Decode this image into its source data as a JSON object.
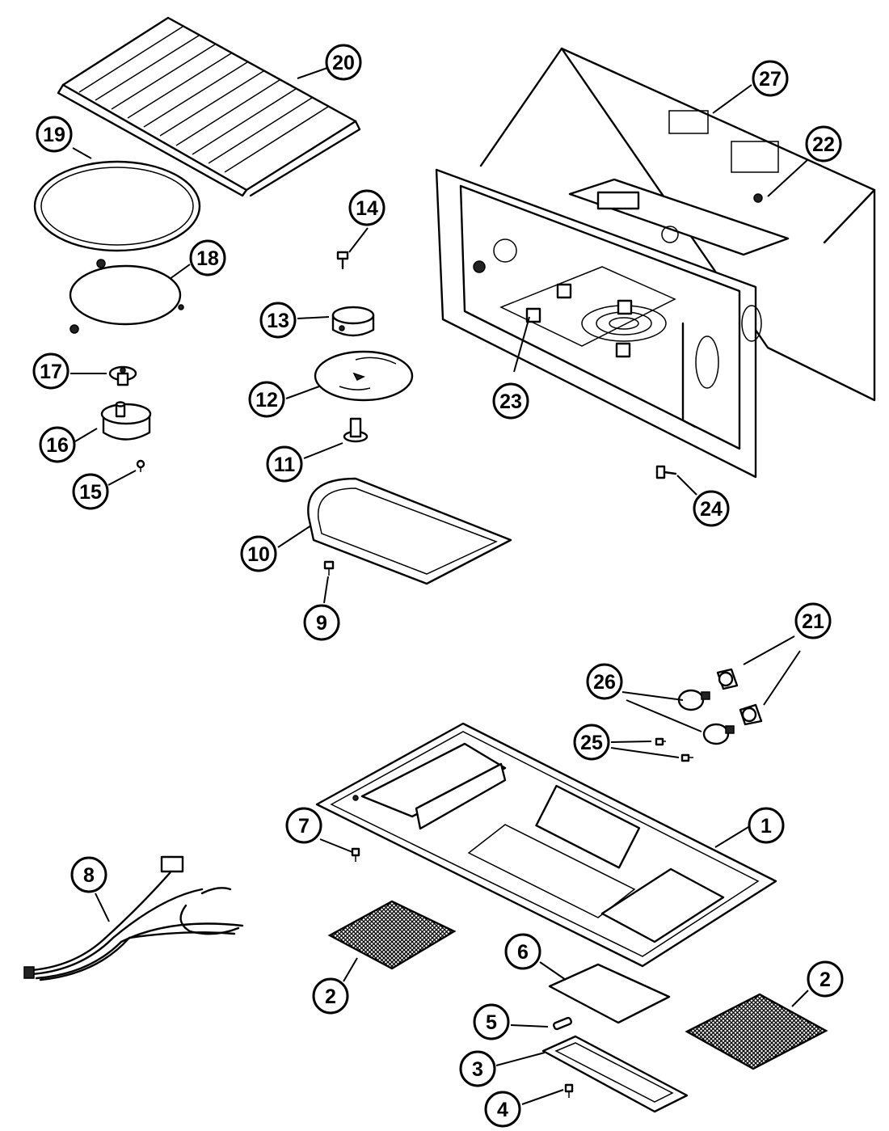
{
  "callouts": [
    {
      "id": "20",
      "label": "20"
    },
    {
      "id": "19",
      "label": "19"
    },
    {
      "id": "27",
      "label": "27"
    },
    {
      "id": "22",
      "label": "22"
    },
    {
      "id": "14",
      "label": "14"
    },
    {
      "id": "18",
      "label": "18"
    },
    {
      "id": "13",
      "label": "13"
    },
    {
      "id": "17",
      "label": "17"
    },
    {
      "id": "12",
      "label": "12"
    },
    {
      "id": "23",
      "label": "23"
    },
    {
      "id": "16",
      "label": "16"
    },
    {
      "id": "11",
      "label": "11"
    },
    {
      "id": "15",
      "label": "15"
    },
    {
      "id": "24",
      "label": "24"
    },
    {
      "id": "10",
      "label": "10"
    },
    {
      "id": "9",
      "label": "9"
    },
    {
      "id": "21",
      "label": "21"
    },
    {
      "id": "26",
      "label": "26"
    },
    {
      "id": "25",
      "label": "25"
    },
    {
      "id": "7",
      "label": "7"
    },
    {
      "id": "1",
      "label": "1"
    },
    {
      "id": "8",
      "label": "8"
    },
    {
      "id": "6",
      "label": "6"
    },
    {
      "id": "2a",
      "label": "2"
    },
    {
      "id": "2b",
      "label": "2"
    },
    {
      "id": "5",
      "label": "5"
    },
    {
      "id": "3",
      "label": "3"
    },
    {
      "id": "4",
      "label": "4"
    }
  ]
}
